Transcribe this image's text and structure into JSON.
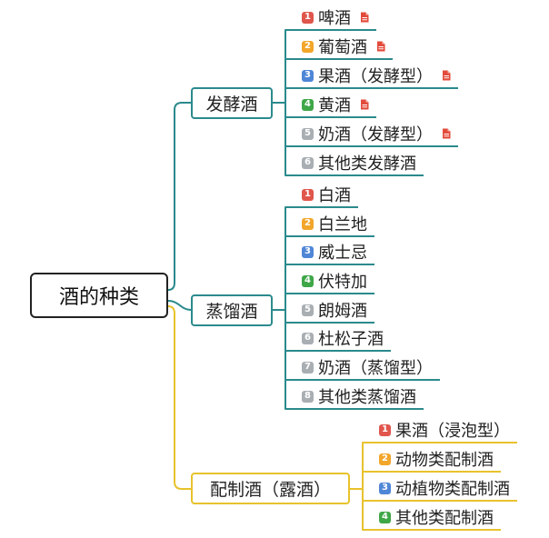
{
  "root": {
    "label": "酒的种类"
  },
  "colors": {
    "root_border": "#222222",
    "note_icon": "#e24b3b"
  },
  "priority_colors": {
    "1": "#e0564c",
    "2": "#f2a62a",
    "3": "#4f86d6",
    "4": "#3fa748",
    "5": "#a9aeb3",
    "6": "#a9aeb3",
    "7": "#a9aeb3",
    "8": "#a9aeb3"
  },
  "branches": [
    {
      "label": "发酵酒",
      "color": "#2b8a8c",
      "children": [
        {
          "priority": "1",
          "label": "啤酒",
          "icon": "note-icon"
        },
        {
          "priority": "2",
          "label": "葡萄酒",
          "icon": "note-icon"
        },
        {
          "priority": "3",
          "label": "果酒（发酵型）",
          "icon": "note-icon"
        },
        {
          "priority": "4",
          "label": "黄酒",
          "icon": "note-icon"
        },
        {
          "priority": "5",
          "label": "奶酒（发酵型）",
          "icon": "note-icon"
        },
        {
          "priority": "6",
          "label": "其他类发酵酒"
        }
      ]
    },
    {
      "label": "蒸馏酒",
      "color": "#2b8a8c",
      "children": [
        {
          "priority": "1",
          "label": "白酒"
        },
        {
          "priority": "2",
          "label": "白兰地"
        },
        {
          "priority": "3",
          "label": "威士忌"
        },
        {
          "priority": "4",
          "label": "伏特加"
        },
        {
          "priority": "5",
          "label": "朗姆酒"
        },
        {
          "priority": "6",
          "label": "杜松子酒"
        },
        {
          "priority": "7",
          "label": "奶酒（蒸馏型）"
        },
        {
          "priority": "8",
          "label": "其他类蒸馏酒"
        }
      ]
    },
    {
      "label": "配制酒（露酒）",
      "color": "#e8c22c",
      "children": [
        {
          "priority": "1",
          "label": "果酒（浸泡型）"
        },
        {
          "priority": "2",
          "label": "动物类配制酒"
        },
        {
          "priority": "3",
          "label": "动植物类配制酒"
        },
        {
          "priority": "4",
          "label": "其他类配制酒"
        }
      ]
    }
  ]
}
